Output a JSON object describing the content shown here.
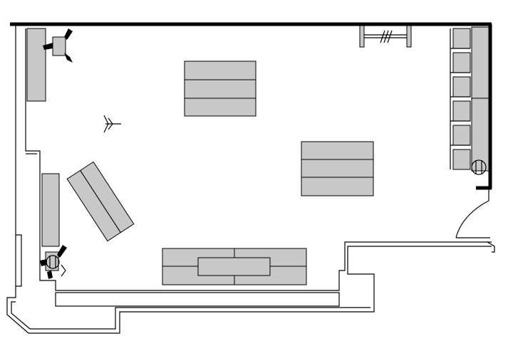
{
  "plan": {
    "background": "#ffffff",
    "furniture_fill": "#c8c8c8",
    "line_color": "#000000",
    "elements": [
      "counter-top-left",
      "counter-left-middle",
      "table-stack-top-center",
      "table-stack-right",
      "table-pair-angled",
      "table-group-bottom",
      "chair-row-right",
      "rack-top",
      "door-swing-right",
      "fan-top-left",
      "fan-bottom-left",
      "ceiling-fan-small"
    ]
  }
}
